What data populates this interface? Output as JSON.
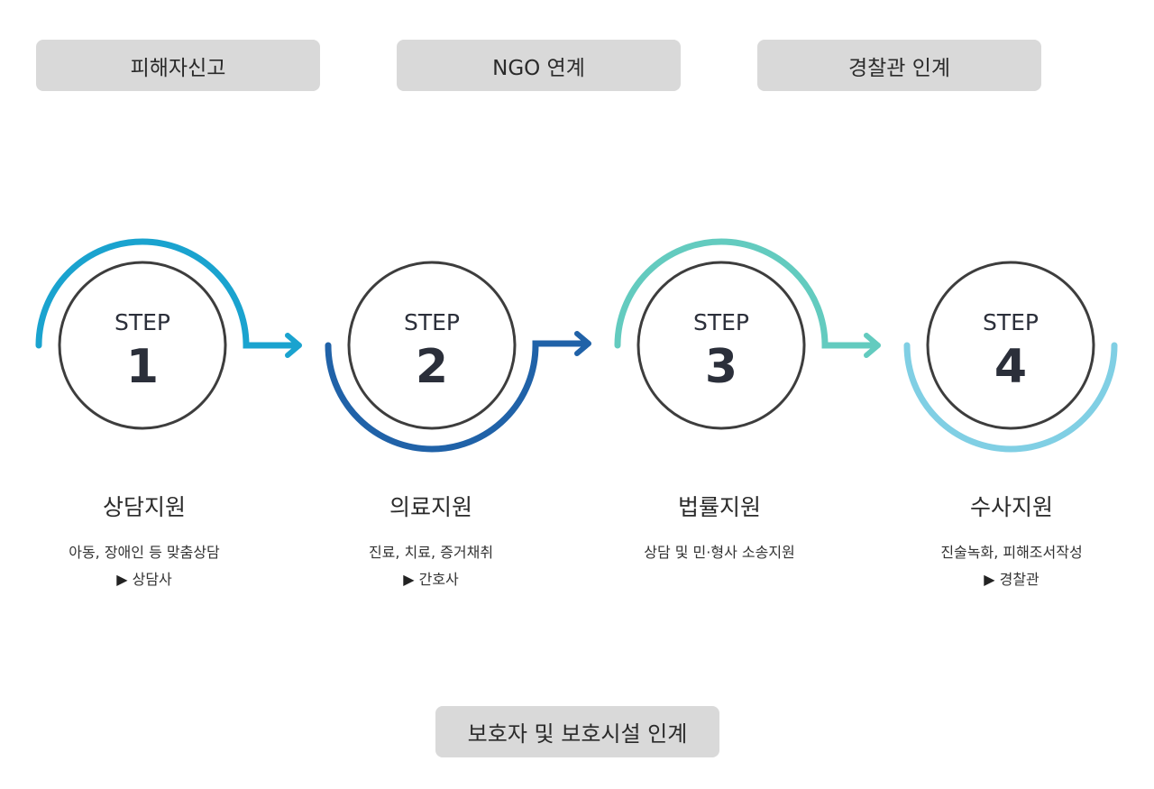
{
  "top_pills": [
    {
      "label": "피해자신고"
    },
    {
      "label": "NGO 연계"
    },
    {
      "label": "경찰관 인계"
    }
  ],
  "bottom_pill": {
    "label": "보호자 및 보호시설 인계"
  },
  "step_word": "STEP",
  "steps": [
    {
      "number": "1",
      "title": "상담지원",
      "desc": "아동, 장애인 등 맞춤상담",
      "role": "상담사",
      "color": "#1aa3cf"
    },
    {
      "number": "2",
      "title": "의료지원",
      "desc": "진료, 치료, 증거채취",
      "role": "간호사",
      "color": "#2062a8"
    },
    {
      "number": "3",
      "title": "법률지원",
      "desc": "상담 및 민·형사 소송지원",
      "role": "",
      "color": "#63cbbf"
    },
    {
      "number": "4",
      "title": "수사지원",
      "desc": "진술녹화, 피해조서작성",
      "role": "경찰관",
      "color": "#80cfe4"
    }
  ],
  "colors": {
    "pill_bg": "#d9d9d9",
    "circle_stroke": "#3d3d3d",
    "text_dark": "#2b2f3a"
  },
  "icons": {
    "role_marker": "play-triangle-icon"
  }
}
